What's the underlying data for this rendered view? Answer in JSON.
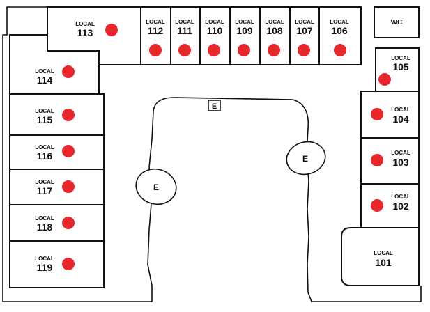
{
  "colors": {
    "marker": "#e8272d",
    "line": "#111111",
    "background": "#ffffff"
  },
  "wc": {
    "label": "WC"
  },
  "entrances": [
    {
      "id": "e-left",
      "label": "E"
    },
    {
      "id": "e-right",
      "label": "E"
    },
    {
      "id": "e-top",
      "label": "E"
    }
  ],
  "locals": [
    {
      "id": "113",
      "word": "LOCAL",
      "number": "113",
      "occupied": true
    },
    {
      "id": "112",
      "word": "LOCAL",
      "number": "112",
      "occupied": true
    },
    {
      "id": "111",
      "word": "LOCAL",
      "number": "111",
      "occupied": true
    },
    {
      "id": "110",
      "word": "LOCAL",
      "number": "110",
      "occupied": true
    },
    {
      "id": "109",
      "word": "LOCAL",
      "number": "109",
      "occupied": true
    },
    {
      "id": "108",
      "word": "LOCAL",
      "number": "108",
      "occupied": true
    },
    {
      "id": "107",
      "word": "LOCAL",
      "number": "107",
      "occupied": true
    },
    {
      "id": "106",
      "word": "LOCAL",
      "number": "106",
      "occupied": true
    },
    {
      "id": "114",
      "word": "LOCAL",
      "number": "114",
      "occupied": true
    },
    {
      "id": "115",
      "word": "LOCAL",
      "number": "115",
      "occupied": true
    },
    {
      "id": "116",
      "word": "LOCAL",
      "number": "116",
      "occupied": true
    },
    {
      "id": "117",
      "word": "LOCAL",
      "number": "117",
      "occupied": true
    },
    {
      "id": "118",
      "word": "LOCAL",
      "number": "118",
      "occupied": true
    },
    {
      "id": "119",
      "word": "LOCAL",
      "number": "119",
      "occupied": true
    },
    {
      "id": "105",
      "word": "LOCAL",
      "number": "105",
      "occupied": true
    },
    {
      "id": "104",
      "word": "LOCAL",
      "number": "104",
      "occupied": true
    },
    {
      "id": "103",
      "word": "LOCAL",
      "number": "103",
      "occupied": true
    },
    {
      "id": "102",
      "word": "LOCAL",
      "number": "102",
      "occupied": true
    },
    {
      "id": "101",
      "word": "LOCAL",
      "number": "101",
      "occupied": false
    }
  ]
}
